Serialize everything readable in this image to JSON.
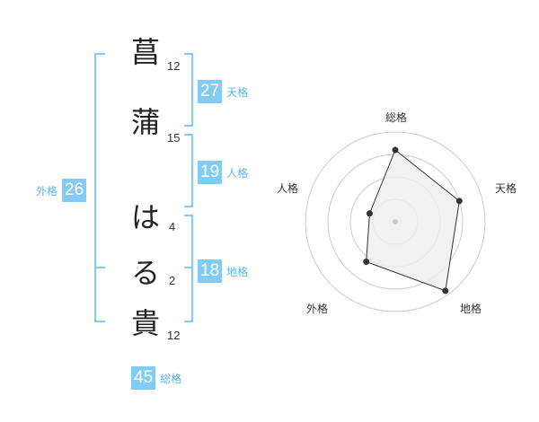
{
  "name": {
    "chars": [
      {
        "char": "菖",
        "strokes": "12"
      },
      {
        "char": "蒲",
        "strokes": "15"
      },
      {
        "char": "は",
        "strokes": "4"
      },
      {
        "char": "る",
        "strokes": "2"
      },
      {
        "char": "貴",
        "strokes": "12"
      }
    ]
  },
  "fortune": {
    "tenkaku": {
      "value": "27",
      "label": "天格"
    },
    "jinkaku": {
      "value": "19",
      "label": "人格"
    },
    "chikaku": {
      "value": "18",
      "label": "地格"
    },
    "gaikaku": {
      "value": "26",
      "label": "外格"
    },
    "soukaku": {
      "value": "45",
      "label": "総格"
    }
  },
  "chart_data": {
    "type": "radar",
    "axes": [
      "総格",
      "天格",
      "地格",
      "外格",
      "人格"
    ],
    "values": [
      0.8,
      0.75,
      0.95,
      0.55,
      0.3
    ],
    "range": [
      0,
      1
    ],
    "rings": 4,
    "colors": {
      "accent": "#82cbf5",
      "fill": "#eeeeee",
      "line": "#333333",
      "ring": "#cccccc"
    }
  }
}
